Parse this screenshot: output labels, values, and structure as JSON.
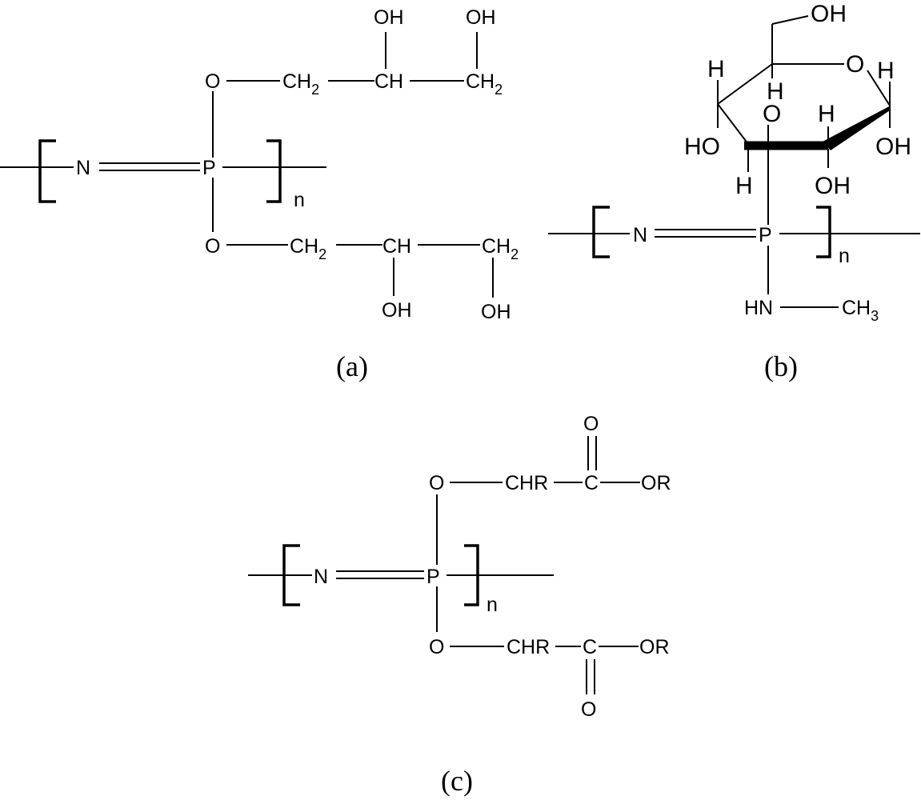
{
  "panel_a": {
    "caption": "(a)",
    "backbone": {
      "n": "N",
      "p": "P",
      "repeat": "n"
    },
    "upper_chain": {
      "o": "O",
      "ch2_left": "CH",
      "ch2_left_sub": "2",
      "ch": "CH",
      "ch2_right": "CH",
      "ch2_right_sub": "2",
      "oh1": "OH",
      "oh2": "OH"
    },
    "lower_chain": {
      "o": "O",
      "ch2_left": "CH",
      "ch2_left_sub": "2",
      "ch": "CH",
      "ch2_right": "CH",
      "ch2_right_sub": "2",
      "oh1": "OH",
      "oh2": "OH"
    }
  },
  "panel_b": {
    "caption": "(b)",
    "backbone": {
      "n": "N",
      "p": "P",
      "repeat": "n"
    },
    "sugar": {
      "oh_top": "OH",
      "ring_o": "O",
      "h1": "H",
      "h2": "H",
      "h3": "H",
      "h4": "H",
      "h5": "H",
      "link_o": "O",
      "ho_left": "HO",
      "oh_right": "OH",
      "oh_bottom": "OH"
    },
    "amine": {
      "hn": "HN",
      "ch3": "CH",
      "ch3_sub": "3"
    }
  },
  "panel_c": {
    "caption": "(c)",
    "backbone": {
      "n": "N",
      "p": "P",
      "repeat": "n"
    },
    "upper_chain": {
      "o": "O",
      "chr": "CHR",
      "c": "C",
      "carbonyl_o": "O",
      "or": "OR"
    },
    "lower_chain": {
      "o": "O",
      "chr": "CHR",
      "c": "C",
      "carbonyl_o": "O",
      "or": "OR"
    }
  }
}
